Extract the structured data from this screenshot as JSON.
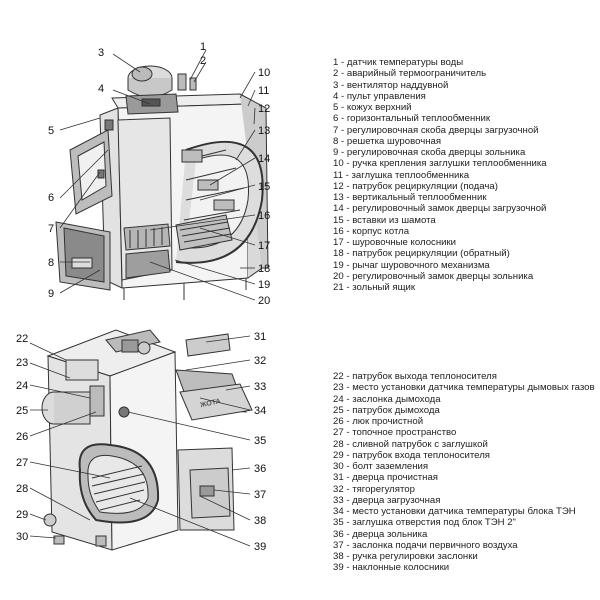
{
  "legend_top": [
    "1 - датчик температуры воды",
    "2 - аварийный термоограничитель",
    "3 - вентилятор наддувной",
    "4 - пульт управления",
    "5 - кожух верхний",
    "6 - горизонтальный теплообменник",
    "7 - регулировочная скоба дверцы загрузочной",
    "8 - решетка шуровочная",
    "9 - регулировочная скоба дверцы зольника",
    "10 - ручка крепления заглушки теплообменника",
    "11 - заглушка теплообменника",
    "12 - патрубок рециркуляции (подача)",
    "13 - вертикальный теплообменник",
    "14 - регулировочный замок дверцы загрузочной",
    "15 - вставки из шамота",
    "16 - корпус котла",
    "17 - шуровочные колосники",
    "18 - патрубок рециркуляции (обратный)",
    "19 - рычаг шуровочного механизма",
    "20 - регулировочный замок дверцы зольника",
    "21 - зольный ящик"
  ],
  "legend_bottom": [
    "22 - патрубок выхода теплоносителя",
    "23 - место установки датчика температуры дымовых газов",
    "24 - заслонка дымохода",
    "25 - патрубок дымохода",
    "26 - люк прочистной",
    "27 - топочное пространство",
    "28 - сливной патрубок с заглушкой",
    "29 - патрубок входа теплоносителя",
    "30 - болт заземления",
    "31 - дверца прочистная",
    "32 - тягорегулятор",
    "33 - дверца загрузочная",
    "34 - место установки датчика температуры блока ТЭН",
    "35 - заглушка отверстия под блок ТЭН 2\"",
    "36 - дверца зольника",
    "37 - заслонка подачи первичного воздуха",
    "38 - ручка регулировки заслонки",
    "39 - наклонные колосники"
  ],
  "door_logo": "ЖОТА"
}
